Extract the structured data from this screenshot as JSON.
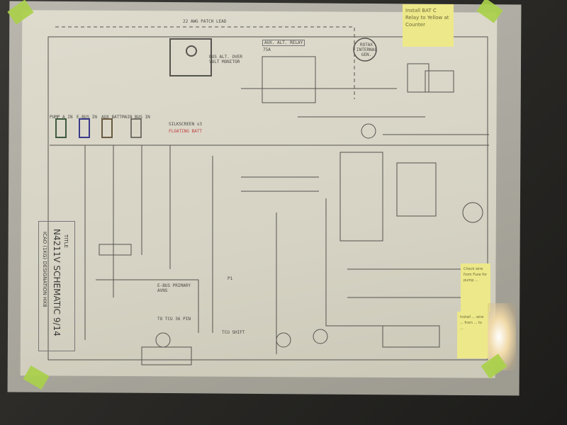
{
  "schematic": {
    "title_label": "TITLE",
    "title": "N4211V SCHEMATIC 9/14",
    "designation": "ICAO (1KG) DESIGNATION HX8",
    "labels": {
      "bus_header": "22 AWG PATCH LEAD",
      "over_volt": "BUS ALT. OVER VOLT MONITOR",
      "aux_relay": "AUX. ALT. RELAY",
      "aux_relay_amps": "75A",
      "rotax": "ROTAX INTERNAL GEN.",
      "pump_in": "PUMP A IN",
      "ebus_in": "E-BUS IN",
      "aux_batt": "AUX BATT",
      "main_bus_in": "MAIN BUS IN",
      "silkscreen": "SILKSCREEN x3",
      "floating_batt": "FLOATING BATT",
      "ebus_primary": "E-BUS PRIMARY AVNS",
      "tcu_shift": "TCU SHIFT",
      "to_tcu": "TO TCU 36 PIN",
      "p1": "P1"
    }
  },
  "notes": {
    "top": "Install BAT C Relay to Yellow at Counter",
    "right_upper": "Check wire from Fuse for pump ...",
    "right_lower": "Install ... wire ... from ... to ..."
  },
  "colors": {
    "tape": "#a9d04a",
    "note": "#ede889",
    "red_label": "#c04040",
    "blue_bus": "#3a3a8a"
  }
}
